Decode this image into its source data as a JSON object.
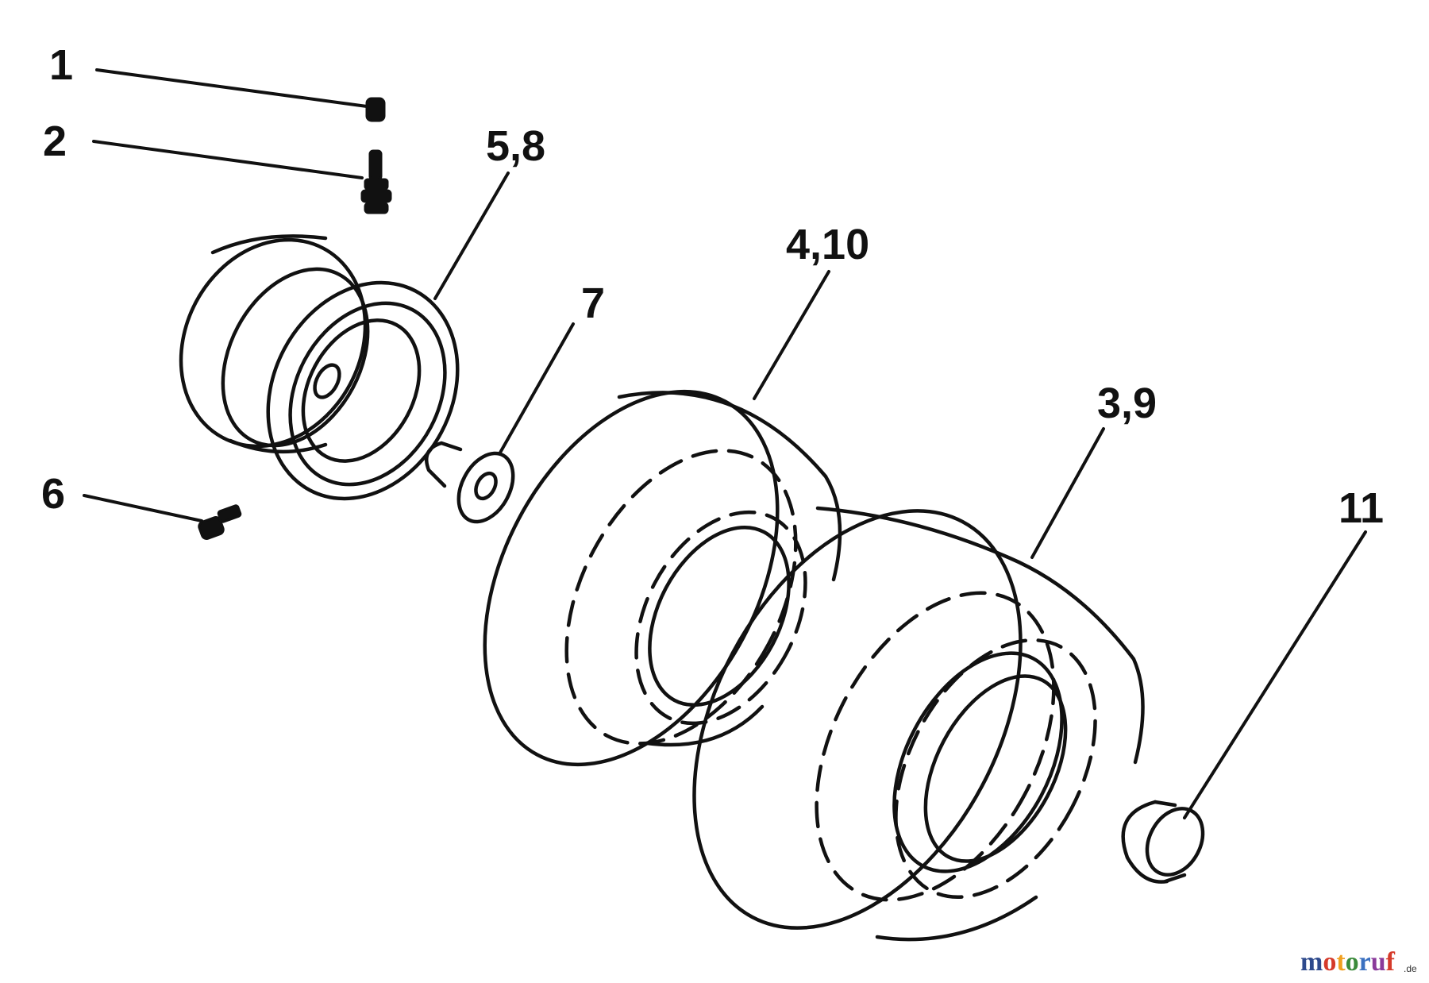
{
  "callouts": {
    "c1": "1",
    "c2": "2",
    "c58": "5,8",
    "c410": "4,10",
    "c7": "7",
    "c39": "3,9",
    "c6": "6",
    "c11": "11"
  },
  "watermark": {
    "logo": "motoruf",
    "tld": ".de",
    "colors": [
      "#2e4a8c",
      "#d53a2a",
      "#f0a020",
      "#3a8a3a",
      "#3a70c0",
      "#8a3a9a",
      "#d53a2a"
    ]
  }
}
